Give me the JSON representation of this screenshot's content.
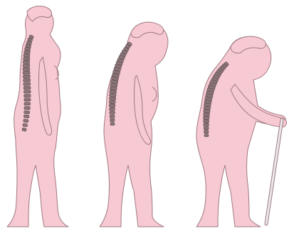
{
  "illustration": {
    "colors": {
      "skin": "#f7c9d2",
      "outline": "#a07a82",
      "spine": "#8a7478",
      "spine_dark": "#5f4e52",
      "cane": "#e8e8ea",
      "background": "#ffffff"
    },
    "figures": [
      {
        "id": "figure-upright"
      },
      {
        "id": "figure-stooped"
      },
      {
        "id": "figure-hunched-with-cane"
      }
    ]
  }
}
